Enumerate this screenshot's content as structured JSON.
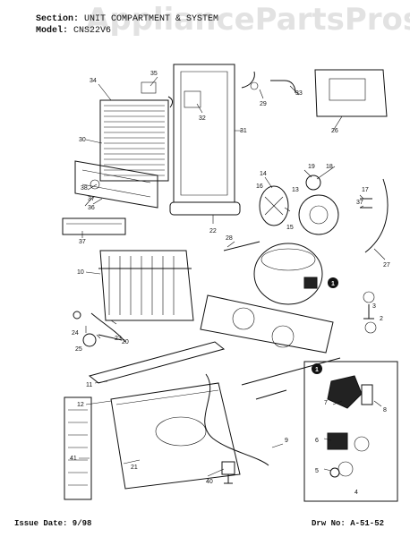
{
  "header": {
    "section_key": "Section:",
    "section_value": "UNIT COMPARTMENT & SYSTEM",
    "model_key": "Model:",
    "model_value": "CNS22V6"
  },
  "watermark": "AppliancePartsPros.com",
  "footer": {
    "issue": "Issue Date: 9/98",
    "drawing": "Drw No: A-51-52"
  },
  "callouts": {
    "n1": "1",
    "n2": "2",
    "n3": "3",
    "n4": "4",
    "n5": "5",
    "n6": "6",
    "n7": "7",
    "n8": "8",
    "n9": "9",
    "n10": "10",
    "n11": "11",
    "n12": "12",
    "n13": "13",
    "n14": "14",
    "n15": "15",
    "n16": "16",
    "n17": "17",
    "n18": "18",
    "n19": "19",
    "n20": "20",
    "n21": "21",
    "n22": "22",
    "n23": "23",
    "n24": "24",
    "n25": "25",
    "n26": "26",
    "n27": "27",
    "n28": "28",
    "n29": "29",
    "n30": "30",
    "n31": "31",
    "n32": "32",
    "n33": "33",
    "n34": "34",
    "n35": "35",
    "n36": "36",
    "n37a": "37",
    "n37b": "37",
    "n37c": "37",
    "n38": "38",
    "n40": "40",
    "n41": "41"
  },
  "markers": {
    "m1": "1",
    "m2": "1"
  }
}
